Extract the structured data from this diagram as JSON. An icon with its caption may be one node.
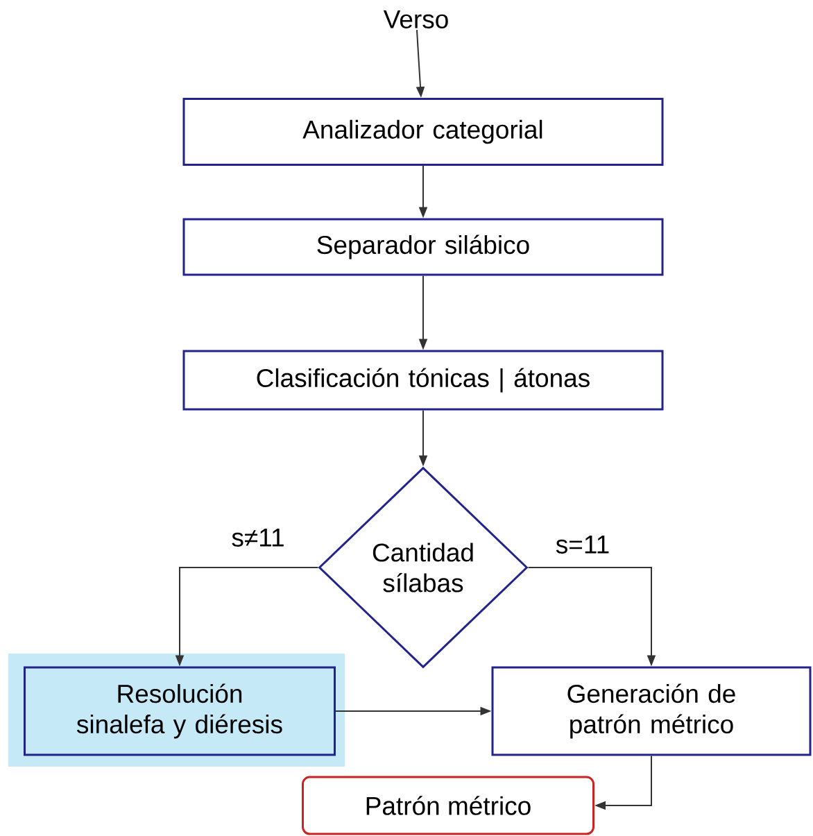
{
  "diagram": {
    "nodes": [
      {
        "text": [
          "Verso"
        ]
      },
      {
        "text": [
          "Analizador categorial"
        ]
      },
      {
        "text": [
          "Separador silábico"
        ]
      },
      {
        "text": [
          "Clasificación tónicas | átonas"
        ]
      },
      {
        "text": [
          "Cantidad sílabas"
        ]
      },
      {
        "text": [
          "Resolución sinalefa y diéresis"
        ]
      },
      {
        "text": [
          "Generación de patrón métrico"
        ]
      },
      {
        "text": [
          "Patrón métrico"
        ]
      }
    ],
    "edges": [
      {
        "from": 0,
        "to": 1,
        "arrow": "to"
      },
      {
        "from": 1,
        "to": 2,
        "arrow": "to"
      },
      {
        "from": 2,
        "to": 3,
        "arrow": "to"
      },
      {
        "from": 3,
        "to": 4,
        "arrow": "to"
      },
      {
        "from": 4,
        "to": 5,
        "arrow": "to",
        "label": "s≠11"
      },
      {
        "from": 4,
        "to": 6,
        "arrow": "to",
        "label": "s=11"
      },
      {
        "from": 5,
        "to": 6,
        "arrow": "to"
      },
      {
        "from": 6,
        "to": 7,
        "arrow": "to"
      }
    ]
  }
}
